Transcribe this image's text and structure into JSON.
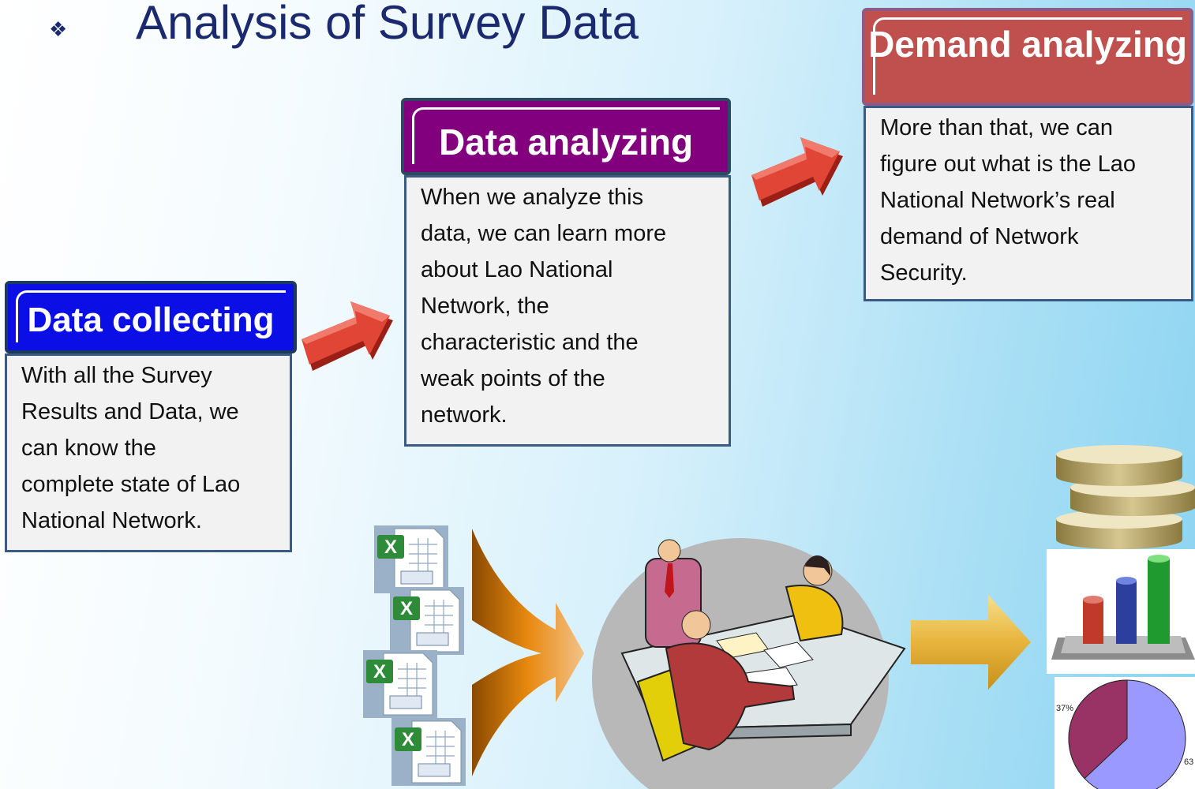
{
  "slide": {
    "bullet": "❖",
    "title": "Analysis of Survey Data"
  },
  "collect": {
    "header": "Data collecting",
    "lines": [
      "With all the Survey",
      "Results and Data, we",
      "can know the",
      "complete state of Lao",
      "National Network."
    ]
  },
  "analyze": {
    "header": "Data analyzing",
    "lines": [
      "When we analyze this",
      "data, we can learn more",
      "about Lao National",
      "Network, the",
      "characteristic and the",
      "weak points of the",
      "network."
    ]
  },
  "demand": {
    "header": "Demand analyzing",
    "lines": [
      "More than that, we can",
      "figure out what is the Lao",
      "National Network’s real",
      "demand of Network",
      "Security."
    ]
  },
  "pie": {
    "label_a": "37%",
    "label_b": "63",
    "value": 0.37
  },
  "colors": {
    "collect_header": "#0b0fe6",
    "analyze_header": "#82007e",
    "demand_header": "#c0504d",
    "arrow_red": "#d63a2e",
    "excel_green": "#2e8b3a"
  }
}
